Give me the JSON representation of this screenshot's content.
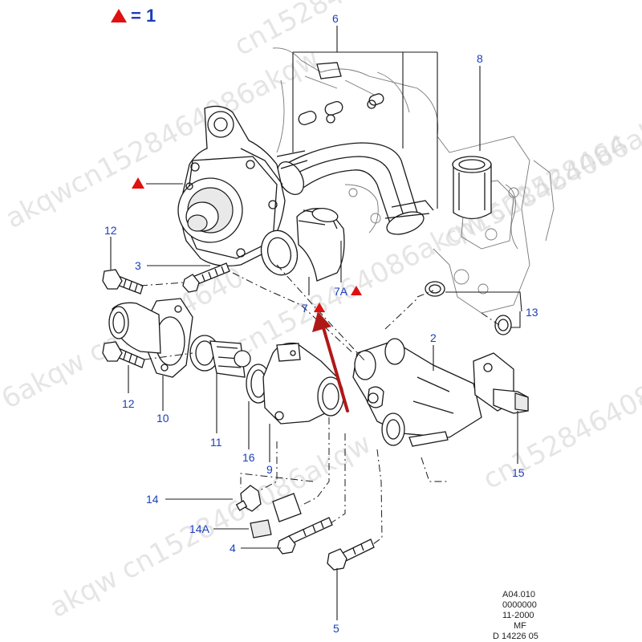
{
  "legend": {
    "symbol_color": "#e01010",
    "text": "= 1"
  },
  "callouts": {
    "c2": "2",
    "c3": "3",
    "c4": "4",
    "c5": "5",
    "c6": "6",
    "c7": "7",
    "c7a": "7A",
    "c8": "8",
    "c9": "9",
    "c10": "10",
    "c11": "11",
    "c12a": "12",
    "c12b": "12",
    "c13": "13",
    "c14": "14",
    "c14a": "14A",
    "c15": "15",
    "c16": "16"
  },
  "reference": {
    "line1": "A04.010",
    "line2": "0000000",
    "line3": "11-2000",
    "line4": "MF",
    "line5": "D 14226 05"
  },
  "watermark": {
    "text1": "cn1528464086akqw",
    "text2": "cn1528464086akqw cn1528464",
    "text3": "akqwcn1528464086akqw",
    "text4": "6akqw cn15284640",
    "text5": "akqw cn1528464086akqw"
  },
  "colors": {
    "callout": "#1c3fb8",
    "arrow": "#b01818",
    "triangle": "#e01010"
  }
}
